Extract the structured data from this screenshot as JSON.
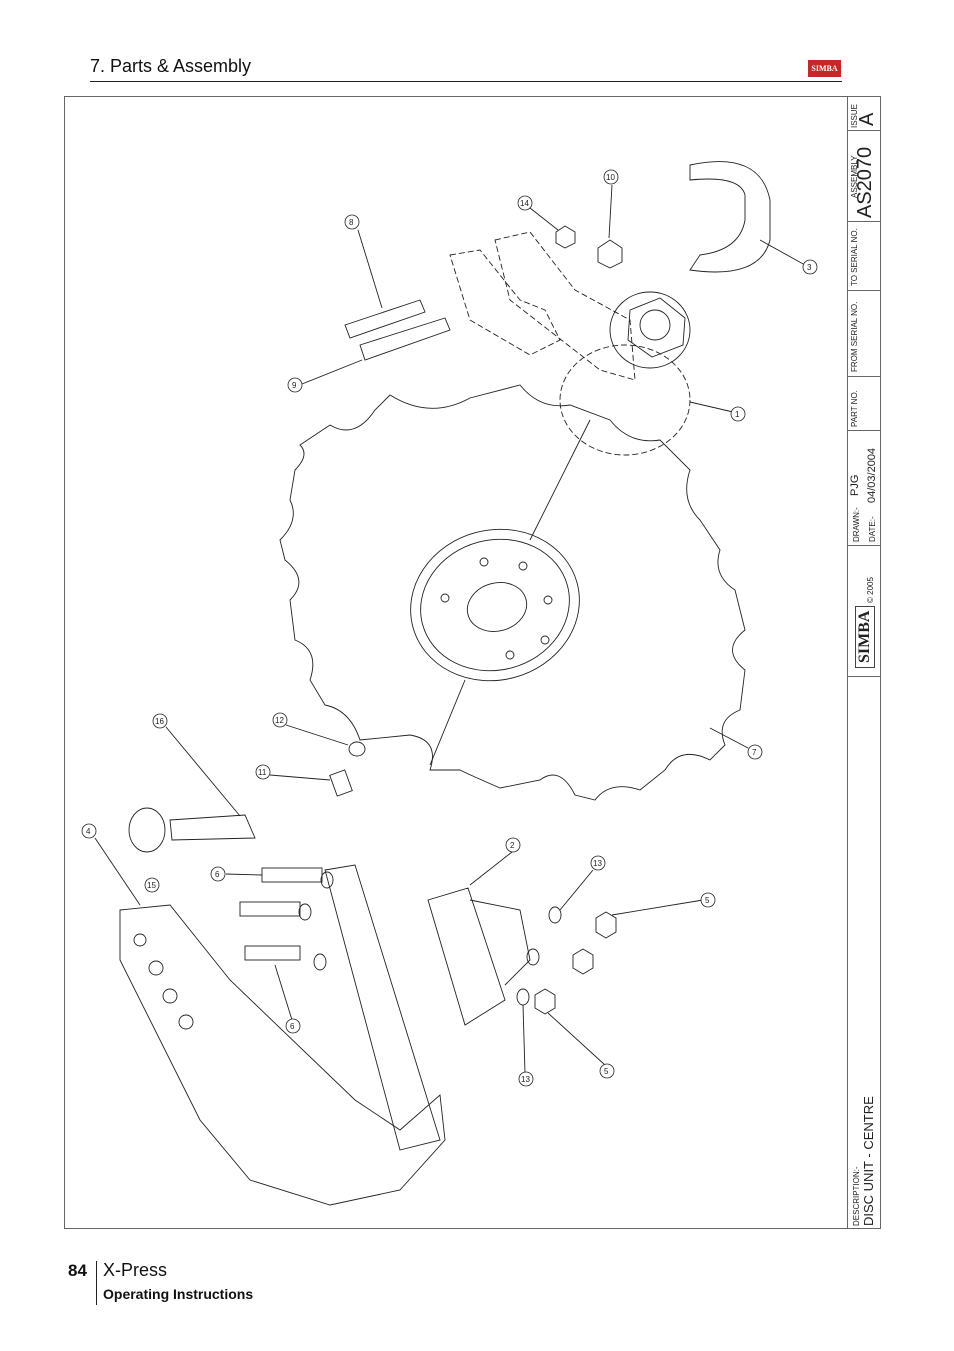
{
  "header": {
    "section_title": "7. Parts & Assembly",
    "logo_text": "SIMBA"
  },
  "title_block": {
    "issue_label": "ISSUE",
    "issue_value": "A",
    "assembly_label": "ASSEMBLY",
    "assembly_value": "AS2070",
    "to_serial_label": "TO SERIAL NO.",
    "from_serial_label": "FROM SERIAL NO.",
    "part_no_label": "PART NO.",
    "drawn_label": "DRAWN:-",
    "drawn_value": "PJG",
    "date_label": "DATE:-",
    "date_value": "04/03/2004",
    "copyright": "© 2005",
    "logo_text": "SIMBA",
    "description_label": "DESCRIPTION:-",
    "description_value": "DISC UNIT - CENTRE"
  },
  "callouts": [
    "1",
    "2",
    "3",
    "4",
    "5",
    "5",
    "6",
    "6",
    "7",
    "8",
    "9",
    "10",
    "11",
    "12",
    "13",
    "13",
    "14",
    "15",
    "16"
  ],
  "footer": {
    "page_number": "84",
    "product": "X-Press",
    "subtitle": "Operating Instructions"
  }
}
